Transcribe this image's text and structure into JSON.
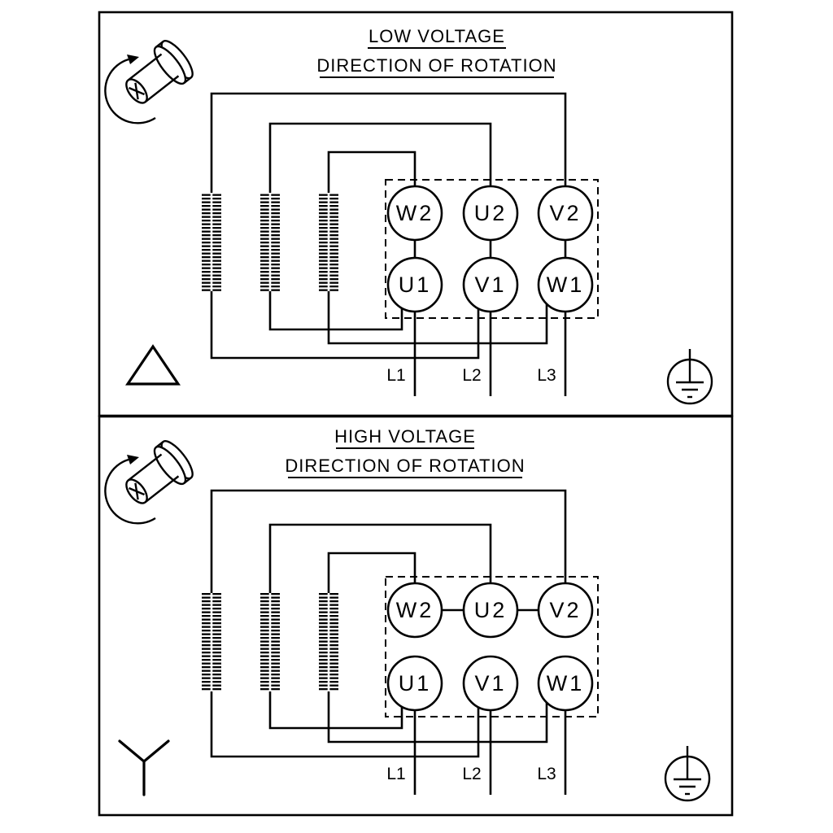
{
  "panels": {
    "low": {
      "title": "LOW VOLTAGE",
      "subtitle": "DIRECTION OF ROTATION",
      "connection": "delta",
      "terminals_top": [
        "W2",
        "U2",
        "V2"
      ],
      "terminals_bottom": [
        "U1",
        "V1",
        "W1"
      ],
      "supply_lines": [
        "L1",
        "L2",
        "L3"
      ]
    },
    "high": {
      "title": "HIGH VOLTAGE",
      "subtitle": "DIRECTION OF ROTATION",
      "connection": "star",
      "terminals_top": [
        "W2",
        "U2",
        "V2"
      ],
      "terminals_bottom": [
        "U1",
        "V1",
        "W1"
      ],
      "supply_lines": [
        "L1",
        "L2",
        "L3"
      ]
    }
  },
  "icons": {
    "rotation_direction": "shaft-rotation-arrow-icon",
    "delta_connection": "delta-symbol",
    "star_connection": "star-symbol",
    "earth": "earth-ground-icon"
  },
  "colors": {
    "line": "#000000",
    "background": "#ffffff"
  }
}
